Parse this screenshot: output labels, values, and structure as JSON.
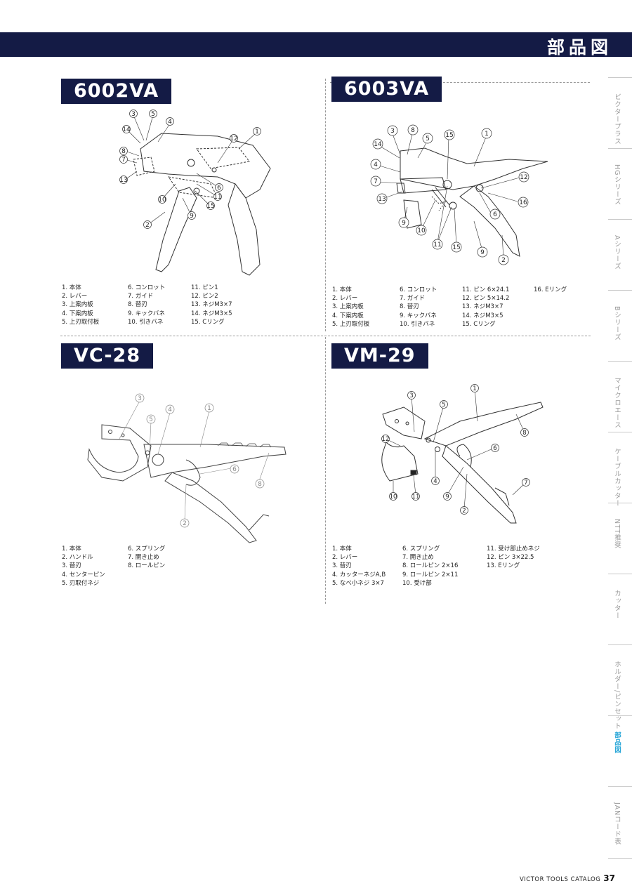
{
  "header": {
    "title": "部品図"
  },
  "sidebar": [
    {
      "label": "ビクタープラス",
      "active": false
    },
    {
      "label": "HGシリーズ",
      "active": false
    },
    {
      "label": "Aシリーズ",
      "active": false
    },
    {
      "label": "Bシリーズ",
      "active": false
    },
    {
      "label": "マイクロエース",
      "active": false
    },
    {
      "label": "ケーブルカッター",
      "active": false
    },
    {
      "label": "NTT推奨",
      "active": false
    },
    {
      "label": "カッター",
      "active": false
    },
    {
      "label": "ホルダー/ピンセット",
      "active": false
    },
    {
      "label": "部品図",
      "active": true
    },
    {
      "label": "JANコード表",
      "active": false
    }
  ],
  "sections": [
    {
      "label": "6002VA",
      "callouts": [
        "1",
        "2",
        "3",
        "4",
        "5",
        "6",
        "7",
        "8",
        "9",
        "10",
        "11",
        "12",
        "13",
        "14",
        "15"
      ],
      "columns": [
        [
          "1. 本体",
          "2. レバー",
          "3. 上案内板",
          "4. 下案内板",
          "5. 上刃取付板"
        ],
        [
          "6. コンロット",
          "7. ガイド",
          "8. 替刃",
          "9. キックバネ",
          "10. 引きバネ"
        ],
        [
          "11. ピン1",
          "12. ピン2",
          "13. ネジM3×7",
          "14. ネジM3×5",
          "15. Cリング"
        ]
      ]
    },
    {
      "label": "6003VA",
      "callouts": [
        "1",
        "2",
        "3",
        "4",
        "5",
        "6",
        "7",
        "8",
        "9",
        "10",
        "11",
        "12",
        "13",
        "14",
        "15",
        "16"
      ],
      "columns": [
        [
          "1. 本体",
          "2. レバー",
          "3. 上案内板",
          "4. 下案内板",
          "5. 上刃取付板"
        ],
        [
          "6. コンロット",
          "7. ガイド",
          "8. 替刃",
          "9. キックバネ",
          "10. 引きバネ"
        ],
        [
          "11. ピン 6×24.1",
          "12. ピン 5×14.2",
          "13. ネジM3×7",
          "14. ネジM3×5",
          "15. Cリング"
        ],
        [
          "16. Eリング"
        ]
      ]
    },
    {
      "label": "VC-28",
      "callouts": [
        "1",
        "2",
        "3",
        "4",
        "5",
        "6",
        "8"
      ],
      "columns": [
        [
          "1. 本体",
          "2. ハンドル",
          "3. 替刃",
          "4. センターピン",
          "5. 刃取付ネジ"
        ],
        [
          "6. スプリング",
          "7. 開き止め",
          "8. ロールピン"
        ]
      ]
    },
    {
      "label": "VM-29",
      "callouts": [
        "1",
        "2",
        "3",
        "4",
        "5",
        "6",
        "7",
        "8",
        "9",
        "10",
        "11",
        "12"
      ],
      "columns": [
        [
          "1. 本体",
          "2. レバー",
          "3. 替刃",
          "4. カッターネジA,B",
          "5. なべ小ネジ 3×7"
        ],
        [
          "6. スプリング",
          "7. 開き止め",
          "8. ロールピン 2×16",
          "9. ロールピン 2×11",
          "10. 受け部"
        ],
        [
          "11. 受け部止めネジ",
          "12. ピン 3×22.5",
          "13. Eリング"
        ]
      ]
    }
  ],
  "footer": {
    "catalog": "VICTOR TOOLS CATALOG",
    "page": "37"
  }
}
